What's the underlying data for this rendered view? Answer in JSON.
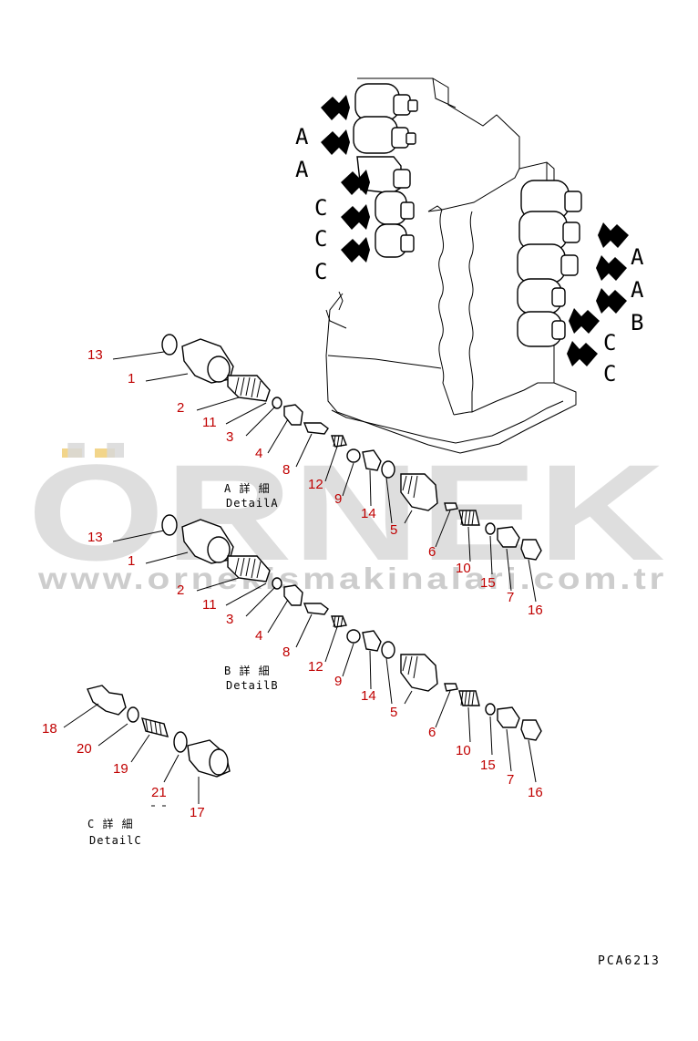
{
  "watermark": {
    "brand": "ÖRNEK",
    "url": "www.ornekismakinalari.com.tr",
    "accent_color": "#f2d58a"
  },
  "drawing_code": "PCA6213",
  "valve_letters_left": [
    "A",
    "A",
    "C",
    "C",
    "C"
  ],
  "valve_letters_right": [
    "A",
    "A",
    "B",
    "C",
    "C"
  ],
  "details": {
    "a": {
      "jp": "A 詳 細",
      "en": "DetailA"
    },
    "b": {
      "jp": "B 詳 細",
      "en": "DetailB"
    },
    "c": {
      "jp": "C 詳 細",
      "en": "DetailC"
    }
  },
  "parts_a": [
    "13",
    "1",
    "2",
    "11",
    "3",
    "4",
    "8",
    "12",
    "9",
    "14",
    "5",
    "6",
    "10",
    "15",
    "7",
    "16"
  ],
  "parts_b": [
    "13",
    "1",
    "2",
    "11",
    "3",
    "4",
    "8",
    "12",
    "9",
    "14",
    "5",
    "6",
    "10",
    "15",
    "7",
    "16"
  ],
  "parts_c": [
    "18",
    "20",
    "19",
    "21",
    "17"
  ],
  "colors": {
    "part_number": "#c00000",
    "line": "#000000"
  }
}
